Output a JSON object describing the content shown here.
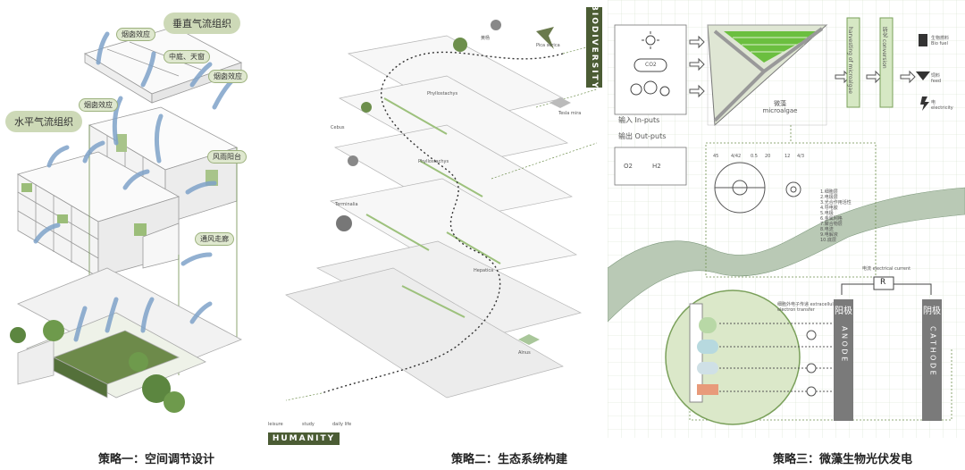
{
  "panel1": {
    "caption": "策略一：空间调节设计",
    "vertical_title": "垂直气流组织",
    "horizontal_title": "水平气流组织",
    "labels": [
      "烟囱效应",
      "中庭、天窗",
      "烟囱效应",
      "烟囱效应",
      "风雨阳台",
      "通风走廊"
    ]
  },
  "panel2": {
    "caption": "策略二：生态系统构建",
    "biodiversity": "BIODIVERSITY",
    "humanity": "HUMANITY",
    "species": [
      "黄杨",
      "Pica serica",
      "Tesla mira",
      "Phyllostachys",
      "Phyllostachys",
      "Cebus",
      "Terminalia",
      "Hepatica",
      "Alnus"
    ],
    "activities": [
      "leisure",
      "study",
      "daily life"
    ]
  },
  "panel3": {
    "caption": "策略三：微藻生物光伏发电",
    "inputs_label": "输入 In-puts",
    "outputs_label": "输出 Out-puts",
    "co2": "CO2",
    "o2": "O2",
    "h2": "H2",
    "microalgae": "微藻 microalgae",
    "harvesting": "harvesting of microalgae",
    "conversion": "转化 conversion",
    "outputs": [
      {
        "cn": "生物燃料",
        "en": "Bio fuel"
      },
      {
        "cn": "饲料",
        "en": "feed"
      },
      {
        "cn": "电",
        "en": "electricity"
      }
    ],
    "legend": [
      "1.细胞层",
      "2.电极层",
      "3.光合作用活性",
      "4.导电胶",
      "5.电极",
      "6.金属网格",
      "7.聚合物层",
      "8.电流",
      "9.电解液",
      "10.底层"
    ],
    "current_label": "电流 electrical current",
    "transfer_label": "细胞外电子传递 extracellular electron transfer",
    "resistor": "R",
    "anode_cn": "阳极",
    "anode_en": "A N O D E",
    "cathode_cn": "阴极",
    "cathode_en": "C A T H O D E",
    "dims": [
      "45",
      "4/42",
      "0.5",
      "20",
      "12",
      "4/3"
    ]
  },
  "colors": {
    "green": "#8fb169",
    "dark_green": "#4b5c34",
    "pale_green": "#dfe8cf",
    "arrow_blue": "#7fa3c9"
  }
}
